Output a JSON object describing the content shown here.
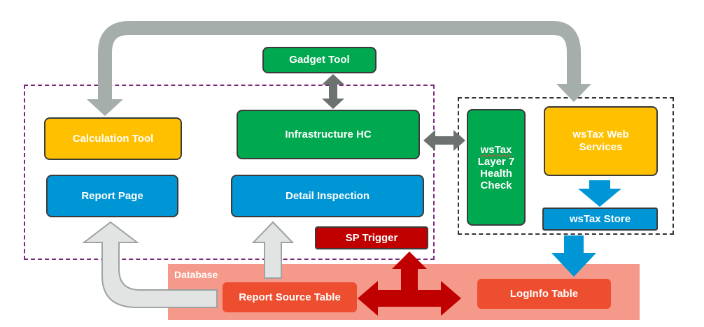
{
  "diagram": {
    "nodes": {
      "gadget_tool": "Gadget Tool",
      "calculation_tool": "Calculation Tool",
      "infrastructure_hc": "Infrastructure HC",
      "report_page": "Report Page",
      "detail_inspection": "Detail Inspection",
      "sp_trigger": "SP Trigger",
      "wstax_health_check": [
        "wsTax",
        "Layer 7",
        "Health",
        "Check"
      ],
      "wstax_web_services": [
        "wsTax Web",
        "Services"
      ],
      "wstax_store": "wsTax Store",
      "report_source_table": "Report Source Table",
      "loginfo_table": "LogInfo Table"
    },
    "regions": {
      "database": "Database"
    }
  },
  "colors": {
    "green": "#00a94f",
    "yellow": "#ffc000",
    "blue": "#0096d6",
    "dark_red": "#c00000",
    "orange": "#ee4e30",
    "database_bg": "#f5998a",
    "gray_arrow": "#a6aeab",
    "connector_gray": "#6b726f"
  }
}
